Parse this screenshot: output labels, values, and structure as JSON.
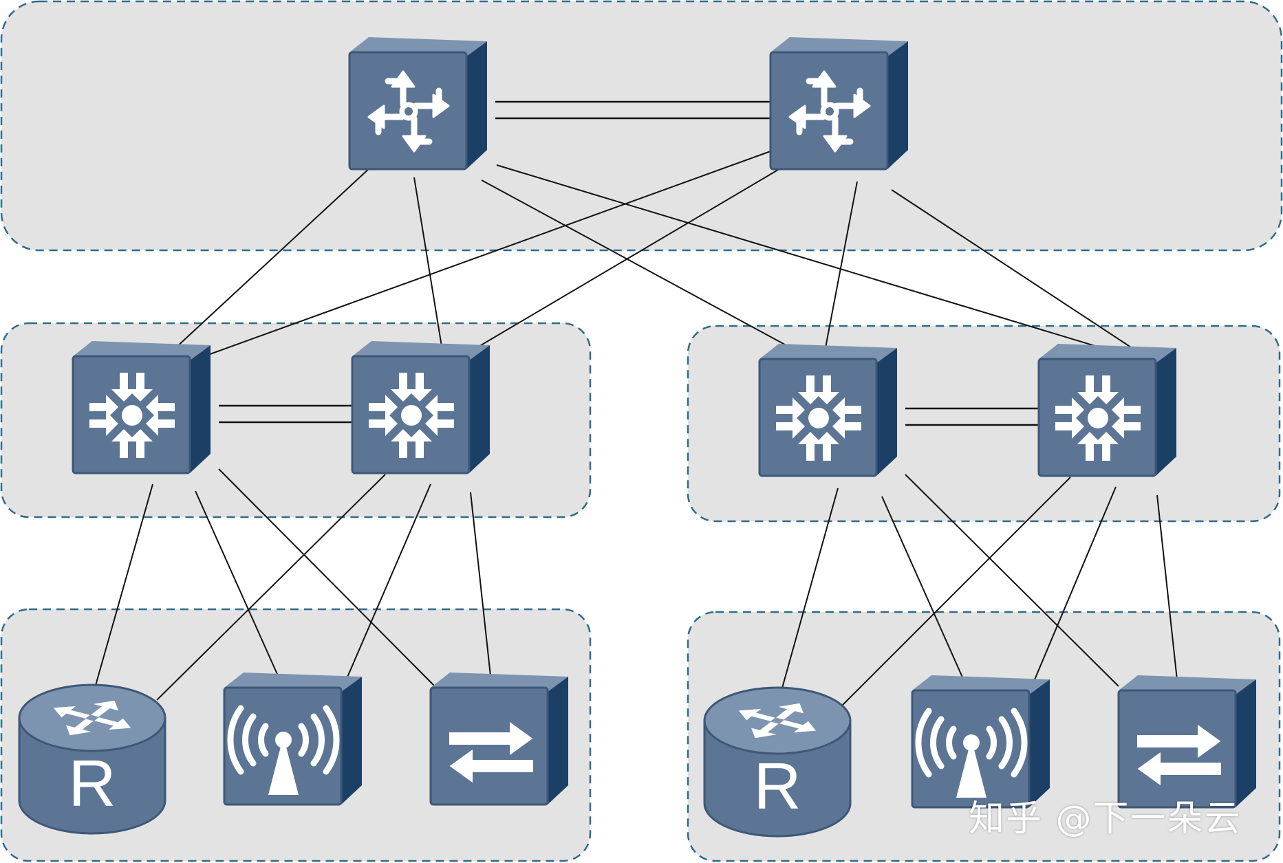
{
  "colors": {
    "zone_fill": "#e3e3e3",
    "zone_border": "#2f6b8c",
    "device_face": "#5c7594",
    "device_side": "#1c3f66",
    "device_top": "#7d94b0",
    "link": "#111111",
    "glyph": "#ffffff"
  },
  "zones": [
    {
      "id": "core-zone"
    },
    {
      "id": "aggregation-zone-left"
    },
    {
      "id": "aggregation-zone-right"
    },
    {
      "id": "access-zone-left"
    },
    {
      "id": "access-zone-right"
    }
  ],
  "devices": [
    {
      "id": "core-1",
      "type": "core-switch",
      "icon": "core-switch-icon"
    },
    {
      "id": "core-2",
      "type": "core-switch",
      "icon": "core-switch-icon"
    },
    {
      "id": "agg-1",
      "type": "aggregation-switch",
      "icon": "aggregation-switch-icon"
    },
    {
      "id": "agg-2",
      "type": "aggregation-switch",
      "icon": "aggregation-switch-icon"
    },
    {
      "id": "agg-3",
      "type": "aggregation-switch",
      "icon": "aggregation-switch-icon"
    },
    {
      "id": "agg-4",
      "type": "aggregation-switch",
      "icon": "aggregation-switch-icon"
    },
    {
      "id": "router-1",
      "type": "router",
      "icon": "router-icon",
      "label": "R"
    },
    {
      "id": "ap-1",
      "type": "wireless-ap",
      "icon": "wireless-ap-icon"
    },
    {
      "id": "switch-1",
      "type": "access-switch",
      "icon": "access-switch-icon"
    },
    {
      "id": "router-2",
      "type": "router",
      "icon": "router-icon",
      "label": "R"
    },
    {
      "id": "ap-2",
      "type": "wireless-ap",
      "icon": "wireless-ap-icon"
    },
    {
      "id": "switch-2",
      "type": "access-switch",
      "icon": "access-switch-icon"
    }
  ],
  "links": [
    {
      "from": "core-1",
      "to": "core-2",
      "kind": "double"
    },
    {
      "from": "agg-1",
      "to": "agg-2",
      "kind": "double"
    },
    {
      "from": "agg-3",
      "to": "agg-4",
      "kind": "double"
    },
    {
      "from": "core-1",
      "to": "agg-1",
      "kind": "single"
    },
    {
      "from": "core-1",
      "to": "agg-2",
      "kind": "single"
    },
    {
      "from": "core-1",
      "to": "agg-3",
      "kind": "single"
    },
    {
      "from": "core-1",
      "to": "agg-4",
      "kind": "single"
    },
    {
      "from": "core-2",
      "to": "agg-1",
      "kind": "single"
    },
    {
      "from": "core-2",
      "to": "agg-2",
      "kind": "single"
    },
    {
      "from": "core-2",
      "to": "agg-3",
      "kind": "single"
    },
    {
      "from": "core-2",
      "to": "agg-4",
      "kind": "single"
    },
    {
      "from": "agg-1",
      "to": "router-1",
      "kind": "single"
    },
    {
      "from": "agg-1",
      "to": "ap-1",
      "kind": "single"
    },
    {
      "from": "agg-1",
      "to": "switch-1",
      "kind": "single"
    },
    {
      "from": "agg-2",
      "to": "router-1",
      "kind": "single"
    },
    {
      "from": "agg-2",
      "to": "ap-1",
      "kind": "single"
    },
    {
      "from": "agg-2",
      "to": "switch-1",
      "kind": "single"
    },
    {
      "from": "agg-3",
      "to": "router-2",
      "kind": "single"
    },
    {
      "from": "agg-3",
      "to": "ap-2",
      "kind": "single"
    },
    {
      "from": "agg-3",
      "to": "switch-2",
      "kind": "single"
    },
    {
      "from": "agg-4",
      "to": "router-2",
      "kind": "single"
    },
    {
      "from": "agg-4",
      "to": "ap-2",
      "kind": "single"
    },
    {
      "from": "agg-4",
      "to": "switch-2",
      "kind": "single"
    }
  ],
  "watermark": "知乎 @下一朵云"
}
